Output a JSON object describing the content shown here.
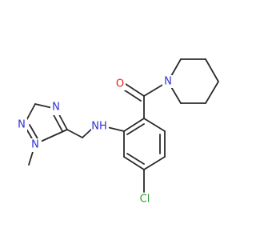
{
  "molecule": {
    "atoms": {
      "carbonyl_o": {
        "symbol": "O",
        "color": "#e8211c"
      },
      "piperidine_n": {
        "symbol": "N",
        "color": "#2f2fd8"
      },
      "amine_nh": {
        "symbol": "NH",
        "color": "#2f2fd8"
      },
      "triazole_n4": {
        "symbol": "N",
        "color": "#2f2fd8"
      },
      "triazole_n2": {
        "symbol": "N",
        "color": "#2f2fd8"
      },
      "triazole_n1": {
        "symbol": "N",
        "color": "#2f2fd8"
      },
      "chlorine": {
        "symbol": "Cl",
        "color": "#2ca02c"
      }
    },
    "bond_color": "#2a2a2a"
  }
}
